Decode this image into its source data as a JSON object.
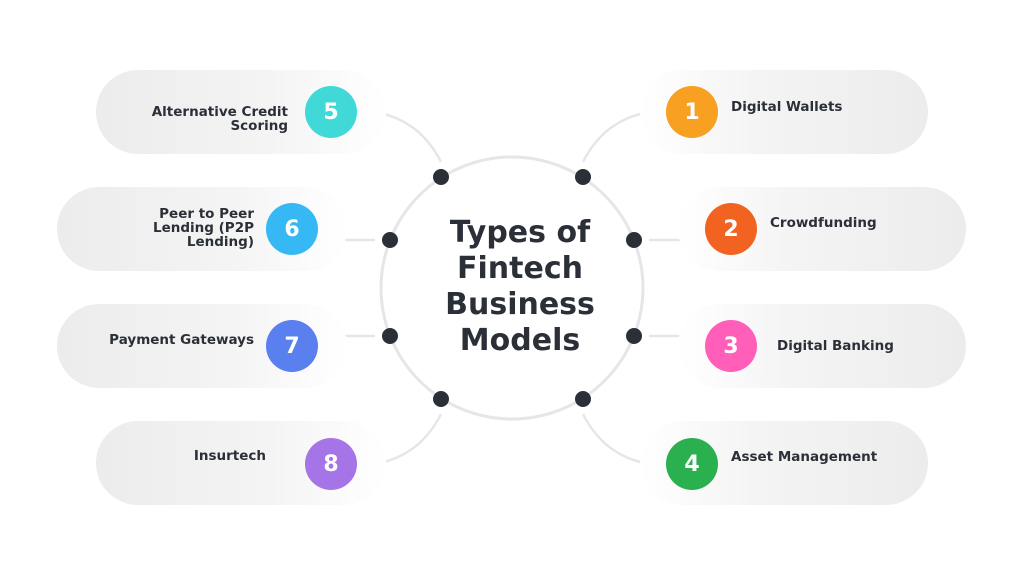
{
  "title": {
    "lines": [
      "Types of",
      "Fintech",
      "Business",
      "Models"
    ]
  },
  "colors": {
    "text": "#2b2f38",
    "dot": "#2b2f38",
    "ring": "#e6e6e6",
    "pill": "#ececec"
  },
  "items": [
    {
      "number": "1",
      "label": "Digital Wallets",
      "color": "#f7a021"
    },
    {
      "number": "2",
      "label": "Crowdfunding",
      "color": "#f26321"
    },
    {
      "number": "3",
      "label": "Digital Banking",
      "color": "#ff5fb8"
    },
    {
      "number": "4",
      "label": "Asset Management",
      "color": "#2bb04f"
    },
    {
      "number": "5",
      "label": "Alternative Credit Scoring",
      "label_lines": [
        "Alternative Credit",
        "Scoring"
      ],
      "color": "#40d9d8"
    },
    {
      "number": "6",
      "label": "Peer to Peer Lending (P2P Lending)",
      "label_lines": [
        "Peer to Peer",
        "Lending (P2P",
        "Lending)"
      ],
      "color": "#36b8f5"
    },
    {
      "number": "7",
      "label": "Payment Gateways",
      "color": "#5a7fef"
    },
    {
      "number": "8",
      "label": "Insurtech",
      "color": "#a574e6"
    }
  ]
}
